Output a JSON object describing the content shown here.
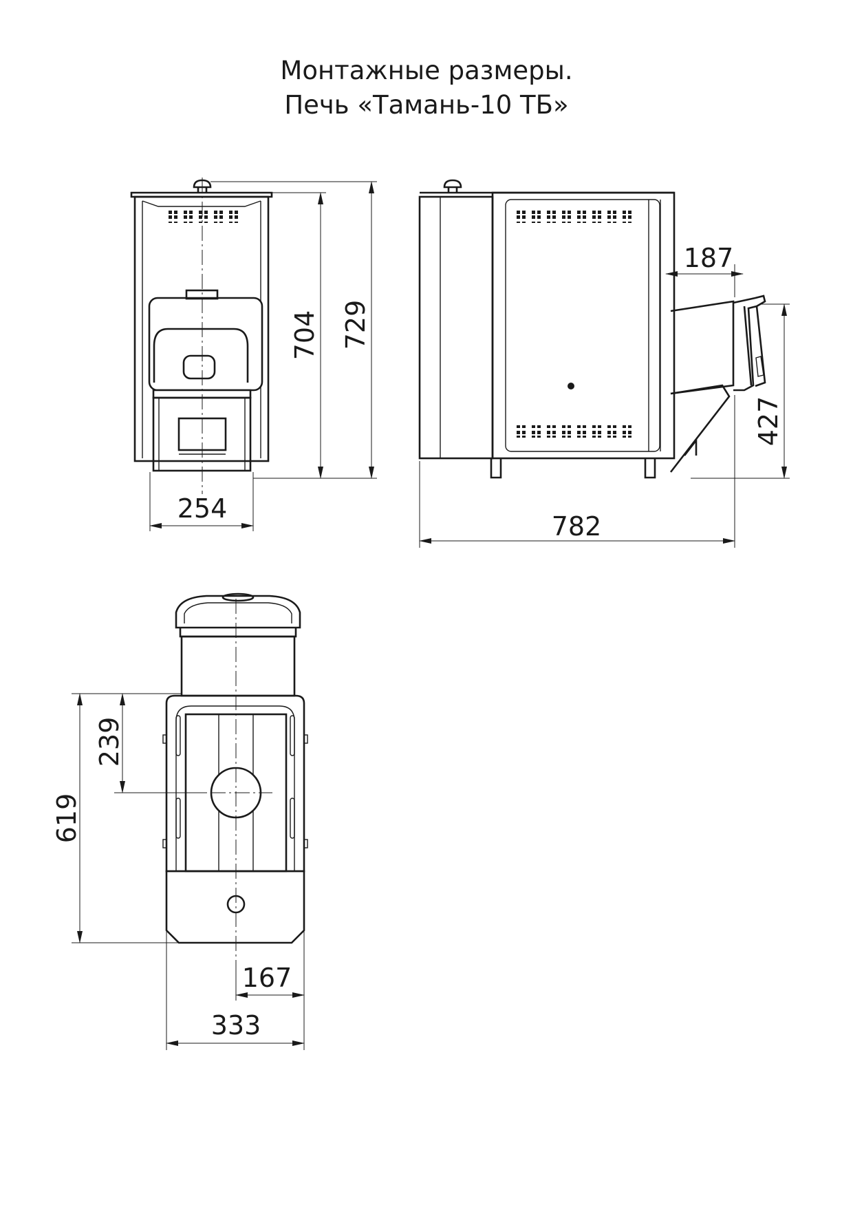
{
  "title": {
    "line1": "Монтажные размеры.",
    "line2": "Печь «Тамань-10 ТБ»"
  },
  "views": {
    "front": {
      "width": "254",
      "height_body": "704",
      "height_total": "729"
    },
    "side": {
      "length": "782",
      "flue_offset": "187",
      "flue_height": "427"
    },
    "top": {
      "depth": "619",
      "flue_from_back": "239",
      "width": "333",
      "half_width": "167"
    }
  }
}
